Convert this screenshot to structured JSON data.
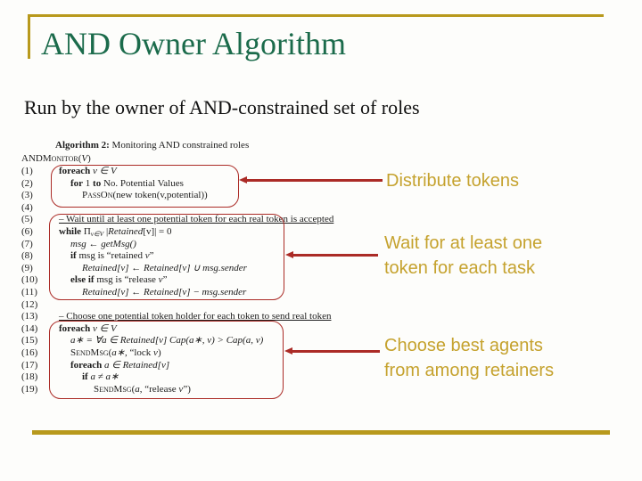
{
  "colors": {
    "accent_gold": "#b8991c",
    "title_green": "#1b6b4b",
    "callout_gold": "#c5a22e",
    "annotation_red": "#ab2b26"
  },
  "slide": {
    "title": "AND Owner Algorithm",
    "subtitle": "Run by the owner of AND-constrained set of roles"
  },
  "algorithm": {
    "caption_bold": "Algorithm 2:",
    "caption_rest": " Monitoring AND constrained roles",
    "signature": [
      {
        "t": "ANDMonitor",
        "sc": 1
      },
      {
        "t": "("
      },
      {
        "t": "V",
        "i": 1
      },
      {
        "t": ")"
      }
    ],
    "lines": [
      {
        "num": "(1)",
        "indent": 0,
        "seg": [
          {
            "t": "foreach",
            "b": 1
          },
          {
            "t": " "
          },
          {
            "t": "v ∈ V",
            "i": 1
          }
        ]
      },
      {
        "num": "(2)",
        "indent": 1,
        "seg": [
          {
            "t": "for",
            "b": 1
          },
          {
            "t": " 1 "
          },
          {
            "t": "to",
            "b": 1
          },
          {
            "t": " No. Potential Values"
          }
        ]
      },
      {
        "num": "(3)",
        "indent": 2,
        "seg": [
          {
            "t": "PassOn",
            "sc": 1
          },
          {
            "t": "(new token(v,potential))"
          }
        ]
      },
      {
        "num": "(4)",
        "indent": 0,
        "seg": []
      },
      {
        "num": "(5)",
        "indent": 0,
        "seg": [
          {
            "t": "– Wait until at least one potential token for each real token is accepted",
            "u": 1
          }
        ]
      },
      {
        "num": "(6)",
        "indent": 0,
        "seg": [
          {
            "t": "while",
            "b": 1
          },
          {
            "t": " Π"
          },
          {
            "t": "v∈V",
            "sub": 1
          },
          {
            "t": " |"
          },
          {
            "t": "Retained",
            "i": 1
          },
          {
            "t": "[v]| = 0"
          }
        ]
      },
      {
        "num": "(7)",
        "indent": 1,
        "seg": [
          {
            "t": "msg ← getMsg()",
            "i": 1
          }
        ]
      },
      {
        "num": "(8)",
        "indent": 1,
        "seg": [
          {
            "t": "if",
            "b": 1
          },
          {
            "t": " msg is “retained "
          },
          {
            "t": "v",
            "i": 1
          },
          {
            "t": "”"
          }
        ]
      },
      {
        "num": "(9)",
        "indent": 2,
        "seg": [
          {
            "t": "Retained[v] ← Retained[v] ∪ msg.sender",
            "i": 1
          }
        ]
      },
      {
        "num": "(10)",
        "indent": 1,
        "seg": [
          {
            "t": "else if",
            "b": 1
          },
          {
            "t": " msg is “release "
          },
          {
            "t": "v",
            "i": 1
          },
          {
            "t": "”"
          }
        ]
      },
      {
        "num": "(11)",
        "indent": 2,
        "seg": [
          {
            "t": "Retained[v] ← Retained[v] − msg.sender",
            "i": 1
          }
        ]
      },
      {
        "num": "(12)",
        "indent": 0,
        "seg": []
      },
      {
        "num": "(13)",
        "indent": 0,
        "seg": [
          {
            "t": "– Choose one potential token holder for each token to send real token",
            "u": 1
          }
        ]
      },
      {
        "num": "(14)",
        "indent": 0,
        "seg": [
          {
            "t": "foreach",
            "b": 1
          },
          {
            "t": " "
          },
          {
            "t": "v ∈ V",
            "i": 1
          }
        ]
      },
      {
        "num": "(15)",
        "indent": 1,
        "seg": [
          {
            "t": "a∗ = ∀a ∈ Retained[v] Cap(a∗, v) > Cap(a, v)",
            "i": 1
          }
        ]
      },
      {
        "num": "(16)",
        "indent": 1,
        "seg": [
          {
            "t": "SendMsg",
            "sc": 1
          },
          {
            "t": "("
          },
          {
            "t": "a∗",
            "i": 1
          },
          {
            "t": ", “lock "
          },
          {
            "t": "v",
            "i": 1
          },
          {
            "t": ")"
          }
        ]
      },
      {
        "num": "(17)",
        "indent": 1,
        "seg": [
          {
            "t": "foreach",
            "b": 1
          },
          {
            "t": " "
          },
          {
            "t": "a ∈ Retained[v]",
            "i": 1
          }
        ]
      },
      {
        "num": "(18)",
        "indent": 2,
        "seg": [
          {
            "t": "if",
            "b": 1
          },
          {
            "t": " "
          },
          {
            "t": "a ≠ a∗",
            "i": 1
          }
        ]
      },
      {
        "num": "(19)",
        "indent": 3,
        "seg": [
          {
            "t": "SendMsg",
            "sc": 1
          },
          {
            "t": "("
          },
          {
            "t": "a",
            "i": 1
          },
          {
            "t": ", “release "
          },
          {
            "t": "v",
            "i": 1
          },
          {
            "t": "”)"
          }
        ]
      }
    ]
  },
  "callouts": [
    {
      "label": "Distribute tokens"
    },
    {
      "label": "Wait for at least one token for each task"
    },
    {
      "label": "Choose best agents from among retainers"
    }
  ]
}
